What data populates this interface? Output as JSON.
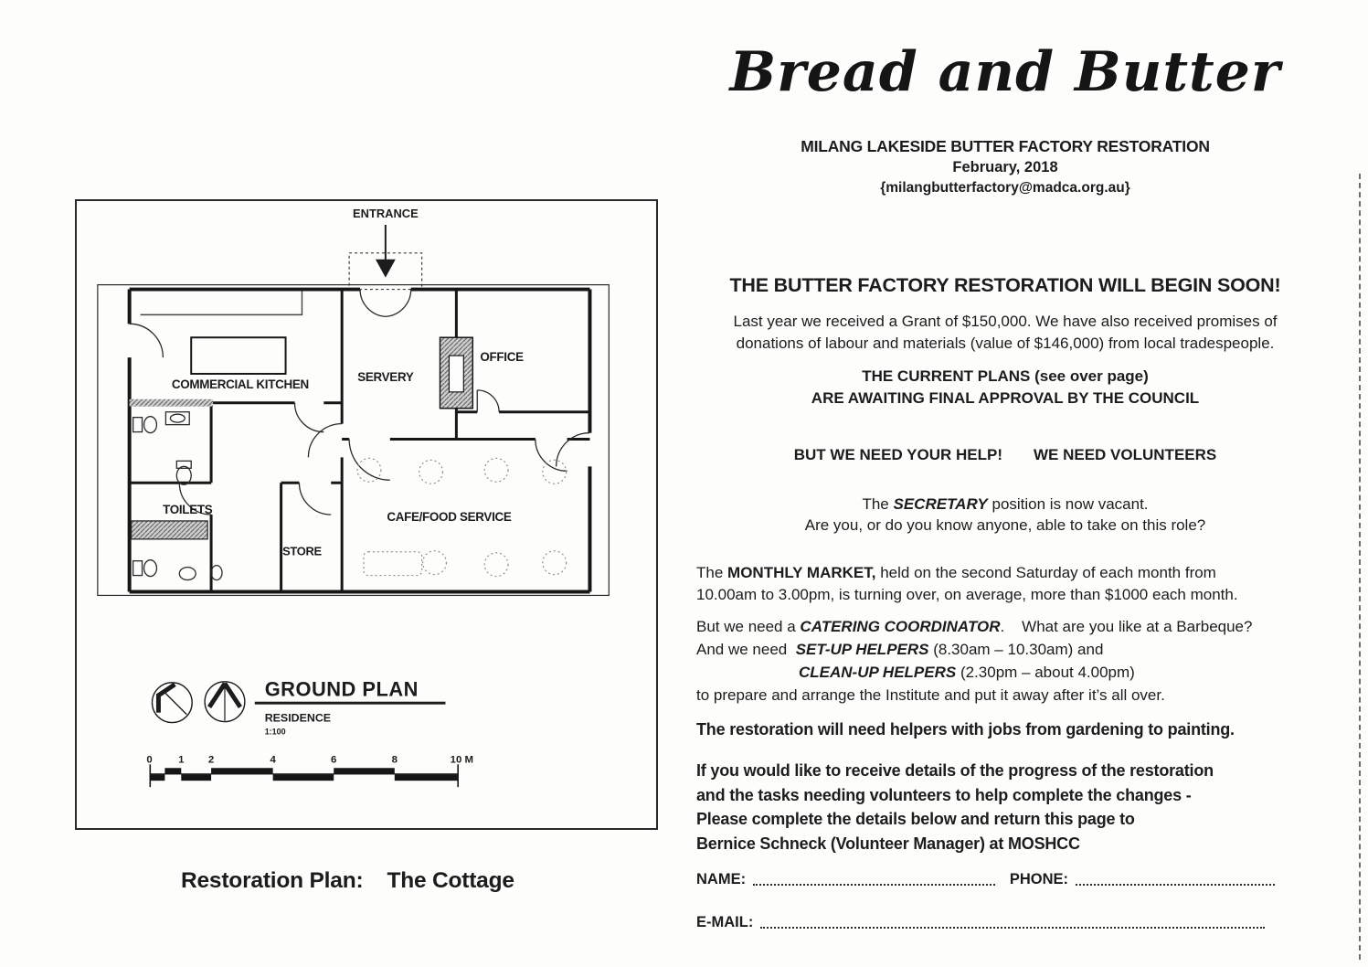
{
  "newsletter": {
    "title": "Bread and Butter",
    "org_line": "MILANG LAKESIDE BUTTER FACTORY RESTORATION",
    "date_line": "February, 2018",
    "email_line": "{milangbutterfactory@madca.org.au}",
    "headline": "THE BUTTER FACTORY RESTORATION WILL BEGIN SOON!",
    "grant_line1": "Last year we received a Grant of $150,000. We have also received promises of",
    "grant_line2": "donations of labour and materials (value of $146,000) from local tradespeople.",
    "plans_line1": "THE CURRENT PLANS (see over page)",
    "plans_line2": "ARE AWAITING FINAL APPROVAL BY THE COUNCIL",
    "help_left": "BUT WE NEED YOUR HELP!",
    "help_right": "WE NEED VOLUNTEERS",
    "secretary_pre": "The ",
    "secretary_em": "SECRETARY",
    "secretary_post": " position is now vacant.",
    "secretary_q": "Are you, or do you know anyone, able to take on this role?",
    "market_pre": "The ",
    "market_em": "MONTHLY MARKET,",
    "market_post": " held on the second Saturday of each month from",
    "market_line2": "10.00am to 3.00pm, is turning over, on average, more than $1000 each month.",
    "catering_pre": "But we need a ",
    "catering_em": "CATERING COORDINATOR",
    "catering_post": ".    What are you like at a Barbeque?",
    "setup_pre": "And we need  ",
    "setup_em": "SET-UP HELPERS",
    "setup_post": " (8.30am – 10.30am) and",
    "cleanup_em": "CLEAN-UP HELPERS",
    "cleanup_post": " (2.30pm – about 4.00pm)",
    "prepare_line": "to prepare and arrange the Institute and put it away after it’s all over.",
    "helpers_line": "The restoration will need helpers with jobs from gardening to painting.",
    "invite_line1": "If you would like to receive details of the progress of the restoration",
    "invite_line2": "and the tasks needing volunteers to help complete the changes -",
    "invite_line3": "Please complete the details below and return this page to",
    "invite_line4": "Bernice Schneck (Volunteer Manager) at MOSHCC",
    "form": {
      "name_label": "NAME:",
      "phone_label": "PHONE:",
      "email_label": "E-MAIL:"
    }
  },
  "plan": {
    "caption_left": "Restoration Plan:",
    "caption_right": "The Cottage",
    "entrance_label": "ENTRANCE",
    "rooms": {
      "kitchen": "COMMERCIAL KITCHEN",
      "servery": "SERVERY",
      "office": "OFFICE",
      "toilets": "TOILETS",
      "store": "STORE",
      "cafe": "CAFE/FOOD SERVICE"
    },
    "legend": {
      "title": "GROUND PLAN",
      "subtitle": "RESIDENCE",
      "scale_note": "1:100",
      "scale_ticks": [
        "0",
        "1",
        "2",
        "4",
        "6",
        "8",
        "10 M"
      ]
    },
    "colors": {
      "ink": "#1c1c1c",
      "wall": "#161616",
      "furniture_dotted": "#8f8f8f"
    }
  }
}
